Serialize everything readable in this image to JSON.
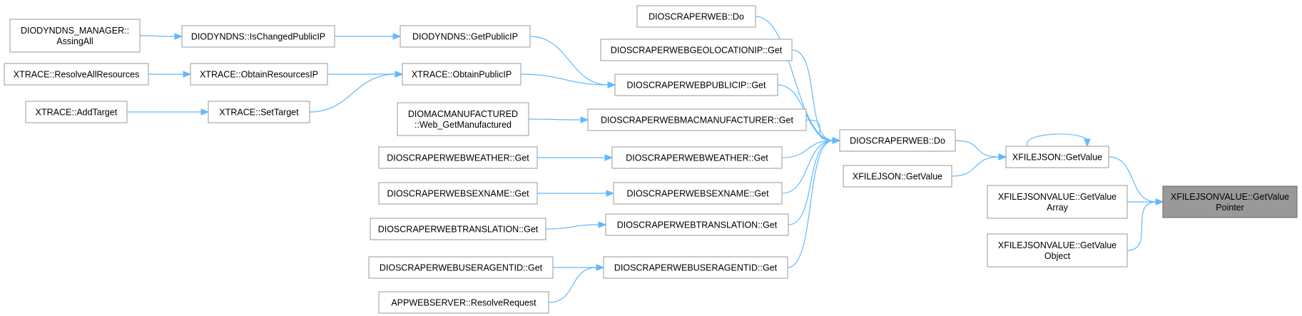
{
  "graph": {
    "nodes": [
      {
        "id": "scr_do_top",
        "lines": [
          "DIOSCRAPERWEB::Do"
        ]
      },
      {
        "id": "geo",
        "lines": [
          "DIOSCRAPERWEBGEOLOCATIONIP::Get"
        ]
      },
      {
        "id": "pub",
        "lines": [
          "DIOSCRAPERWEBPUBLICIP::Get"
        ]
      },
      {
        "id": "mac",
        "lines": [
          "DIOSCRAPERWEBMACMANUFACTURER::Get"
        ]
      },
      {
        "id": "wea",
        "lines": [
          "DIOSCRAPERWEBWEATHER::Get"
        ]
      },
      {
        "id": "sex",
        "lines": [
          "DIOSCRAPERWEBSEXNAME::Get"
        ]
      },
      {
        "id": "tra",
        "lines": [
          "DIOSCRAPERWEBTRANSLATION::Get"
        ]
      },
      {
        "id": "ua",
        "lines": [
          "DIOSCRAPERWEBUSERAGENTID::Get"
        ]
      },
      {
        "id": "dyn_mgr",
        "lines": [
          "DIODYNDNS_MANAGER::",
          "AssingAll"
        ]
      },
      {
        "id": "dyn_chg",
        "lines": [
          "DIODYNDNS::IsChangedPublicIP"
        ]
      },
      {
        "id": "dyn_get",
        "lines": [
          "DIODYNDNS::GetPublicIP"
        ]
      },
      {
        "id": "xt_resall",
        "lines": [
          "XTRACE::ResolveAllResources"
        ]
      },
      {
        "id": "xt_obres",
        "lines": [
          "XTRACE::ObtainResourcesIP"
        ]
      },
      {
        "id": "xt_obpub",
        "lines": [
          "XTRACE::ObtainPublicIP"
        ]
      },
      {
        "id": "xt_add",
        "lines": [
          "XTRACE::AddTarget"
        ]
      },
      {
        "id": "xt_set",
        "lines": [
          "XTRACE::SetTarget"
        ]
      },
      {
        "id": "mac_web",
        "lines": [
          "DIOMACMANUFACTURED",
          "::Web_GetManufactured"
        ]
      },
      {
        "id": "wea_l",
        "lines": [
          "DIOSCRAPERWEBWEATHER::Get"
        ]
      },
      {
        "id": "sex_l",
        "lines": [
          "DIOSCRAPERWEBSEXNAME::Get"
        ]
      },
      {
        "id": "tra_l",
        "lines": [
          "DIOSCRAPERWEBTRANSLATION::Get"
        ]
      },
      {
        "id": "ua_l",
        "lines": [
          "DIOSCRAPERWEBUSERAGENTID::Get"
        ]
      },
      {
        "id": "app",
        "lines": [
          "APPWEBSERVER::ResolveRequest"
        ]
      },
      {
        "id": "scr_do",
        "lines": [
          "DIOSCRAPERWEB::Do"
        ]
      },
      {
        "id": "xf_get1",
        "lines": [
          "XFILEJSON::GetValue"
        ]
      },
      {
        "id": "xf_get2",
        "lines": [
          "XFILEJSON::GetValue"
        ]
      },
      {
        "id": "xv_arr",
        "lines": [
          "XFILEJSONVALUE::GetValue",
          "Array"
        ]
      },
      {
        "id": "xv_obj",
        "lines": [
          "XFILEJSONVALUE::GetValue",
          "Object"
        ]
      },
      {
        "id": "root",
        "lines": [
          "XFILEJSONVALUE::GetValue",
          "Pointer"
        ],
        "highlighted": true
      }
    ],
    "edges": [
      [
        "dyn_mgr",
        "dyn_chg"
      ],
      [
        "dyn_chg",
        "dyn_get"
      ],
      [
        "dyn_get",
        "pub"
      ],
      [
        "xt_resall",
        "xt_obres"
      ],
      [
        "xt_obres",
        "xt_obpub"
      ],
      [
        "xt_add",
        "xt_set"
      ],
      [
        "xt_set",
        "xt_obpub"
      ],
      [
        "xt_obpub",
        "pub"
      ],
      [
        "mac_web",
        "mac"
      ],
      [
        "wea_l",
        "wea"
      ],
      [
        "sex_l",
        "sex"
      ],
      [
        "tra_l",
        "tra"
      ],
      [
        "ua_l",
        "ua"
      ],
      [
        "app",
        "ua"
      ],
      [
        "scr_do_top",
        "scr_do"
      ],
      [
        "geo",
        "scr_do"
      ],
      [
        "pub",
        "scr_do"
      ],
      [
        "mac",
        "scr_do"
      ],
      [
        "wea",
        "scr_do"
      ],
      [
        "sex",
        "scr_do"
      ],
      [
        "tra",
        "scr_do"
      ],
      [
        "ua",
        "scr_do"
      ],
      [
        "scr_do",
        "xf_get1"
      ],
      [
        "xf_get2",
        "xf_get1"
      ],
      [
        "xf_get1",
        "xf_get1"
      ],
      [
        "xf_get1",
        "root"
      ],
      [
        "xv_arr",
        "root"
      ],
      [
        "xv_obj",
        "root"
      ]
    ],
    "colors": {
      "edge": "#63b8ff",
      "node_border": "#999999",
      "node_fill": "#ffffff",
      "highlight_fill": "#999999"
    }
  }
}
